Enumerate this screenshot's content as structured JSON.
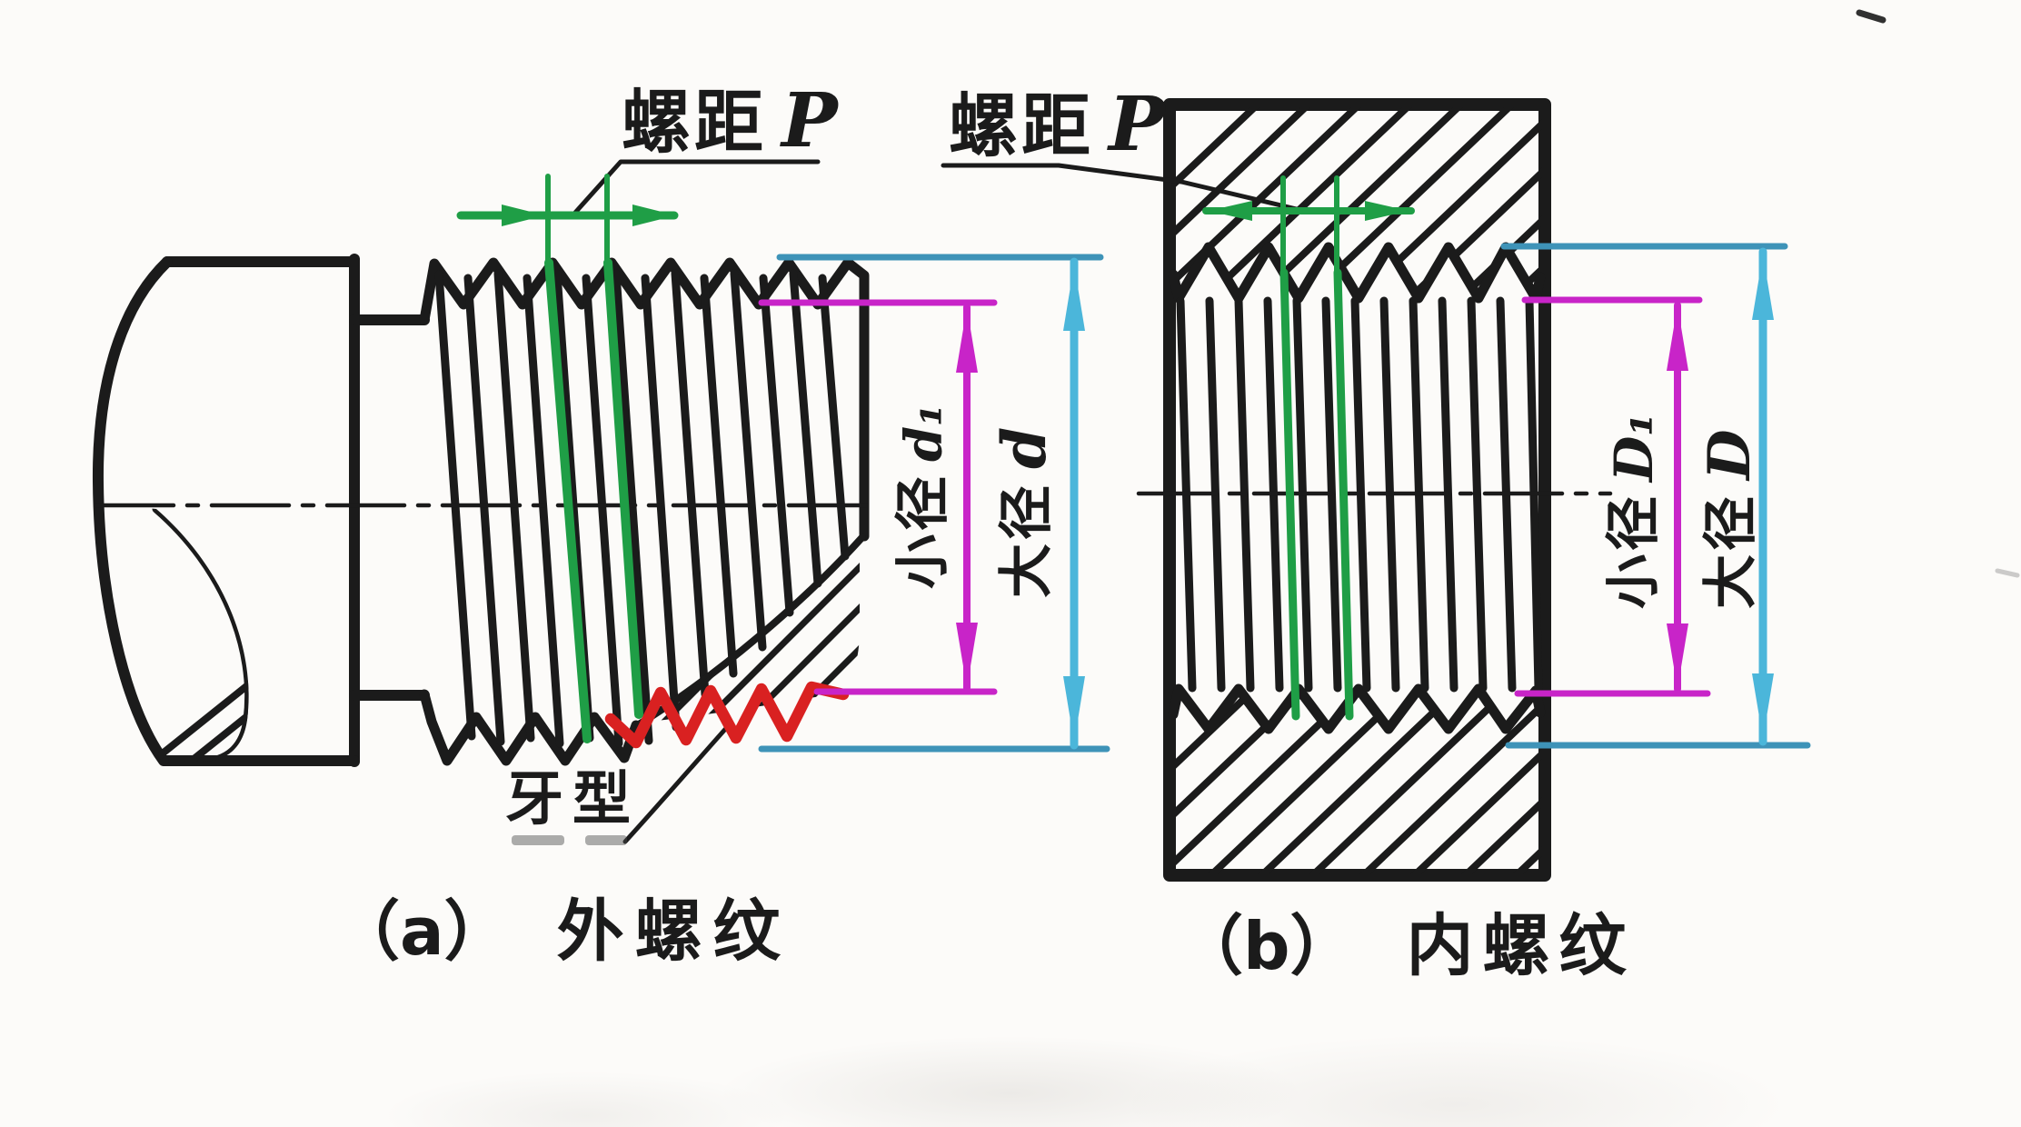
{
  "figure": {
    "colors": {
      "ink": "#1b1b1b",
      "pitch": "#1f9e46",
      "minor": "#c824c8",
      "major": "#4bb6da",
      "major_line": "#3e93b8",
      "profile": "#d92121"
    },
    "left": {
      "caption_prefix": "（a）",
      "caption": "外螺纹",
      "pitch_label": "螺距",
      "pitch_symbol": "P",
      "profile_label": "牙型",
      "minor_label": "小径",
      "minor_symbol": "d₁",
      "major_label": "大径",
      "major_symbol": "d"
    },
    "right": {
      "caption_prefix": "（b）",
      "caption": "内螺纹",
      "pitch_label": "螺距",
      "pitch_symbol": "P",
      "minor_label": "小径",
      "minor_symbol": "D₁",
      "major_label": "大径",
      "major_symbol": "D"
    }
  }
}
